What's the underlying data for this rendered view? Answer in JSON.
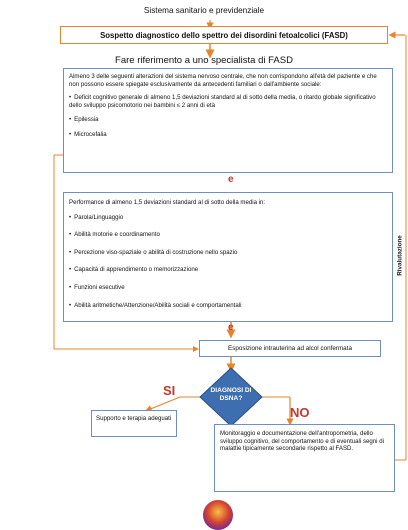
{
  "header": "Sistema sanitario e previdenziale",
  "suspect": "Sospetto diagnostico dello spettro dei disordini fetoalcolici (FASD)",
  "refer": "Fare riferimento a uno specialista di FASD",
  "box1": {
    "intro": "Almeno 3 delle seguenti alterazioni del sistema nervoso centrale, che non corrispondono all'età del paziente e che non possono essere spiegate esclusivamente da antecedenti familiari o dall'ambiente sociale:",
    "items": [
      "Deficit cognitivo generale di almeno 1,5 deviazioni standard al di sotto della media, o ritardo globale significativo dello sviluppo psicomotorio nei bambini ≤ 2 anni di età",
      "Epilessia",
      "Microcefalia"
    ]
  },
  "connector_e": "e",
  "box2": {
    "intro": "Performance di almeno 1,5 deviazioni standard al di sotto della media in:",
    "items": [
      "Parola/Linguaggio",
      "Abilità motorie e coordinamento",
      "Percezione viso-spaziale o abilità di costruzione nello spazio",
      "Capacità di apprendimento o memorizzazione",
      "Funzioni esecutive",
      "Abilità aritmetiche/Attenzione/Abilità sociali e comportamentali"
    ]
  },
  "exposure": "Esposizione intrauterina ad alcol confermata",
  "diamond": "DIAGNOSI DI DSNA?",
  "yes": "SI",
  "no": "NO",
  "support": "Supporto e terapia adeguati",
  "monitoring": "Monitoraggio e documentazione dell'antropometria, dello sviluppo cognitivo, del comportamento e di eventuali segni di malattie tipicamente secondarie rispetto al FASD.",
  "side_label": "Rivalutazione",
  "colors": {
    "orange": "#e8842c",
    "blue": "#6f8fc4",
    "red": "#c0392b",
    "diamond": "#3d6fb0"
  }
}
